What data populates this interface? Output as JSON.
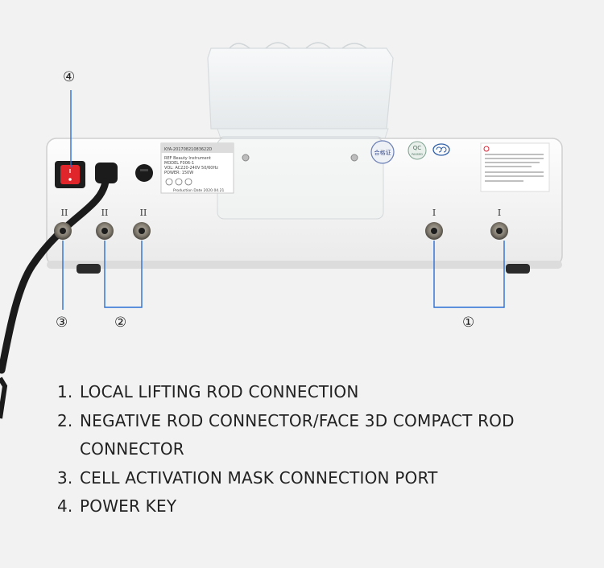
{
  "callouts": {
    "c1": "①",
    "c2": "②",
    "c3": "③",
    "c4": "④"
  },
  "device": {
    "port_labels": {
      "left_a": "II",
      "left_b": "II",
      "right_a": "I",
      "right_b": "I",
      "far_left": "II"
    },
    "sticker_lines": [
      "KYA-20170821083622D",
      "REF Beauty Instrument",
      "MODEL F006-1",
      "VOL: AC220-240V 50/60Hz",
      "POWER: 150W",
      "Production Date 2020.04.21"
    ],
    "badge_qc": "QC",
    "badge_qc_sub": "PASSED",
    "badge_seal": "合格证"
  },
  "list": [
    {
      "num": "1.",
      "text": "LOCAL LIFTING ROD CONNECTION"
    },
    {
      "num": "2.",
      "text": "NEGATIVE ROD CONNECTOR/FACE 3D COMPACT ROD CONNECTOR"
    },
    {
      "num": "3.",
      "text": "CELL ACTIVATION MASK CONNECTION PORT"
    },
    {
      "num": "4.",
      "text": "POWER KEY"
    }
  ],
  "colors": {
    "callout_line": "#2a6fd6",
    "power_key": "#e0262a",
    "background": "#f2f2f2"
  }
}
